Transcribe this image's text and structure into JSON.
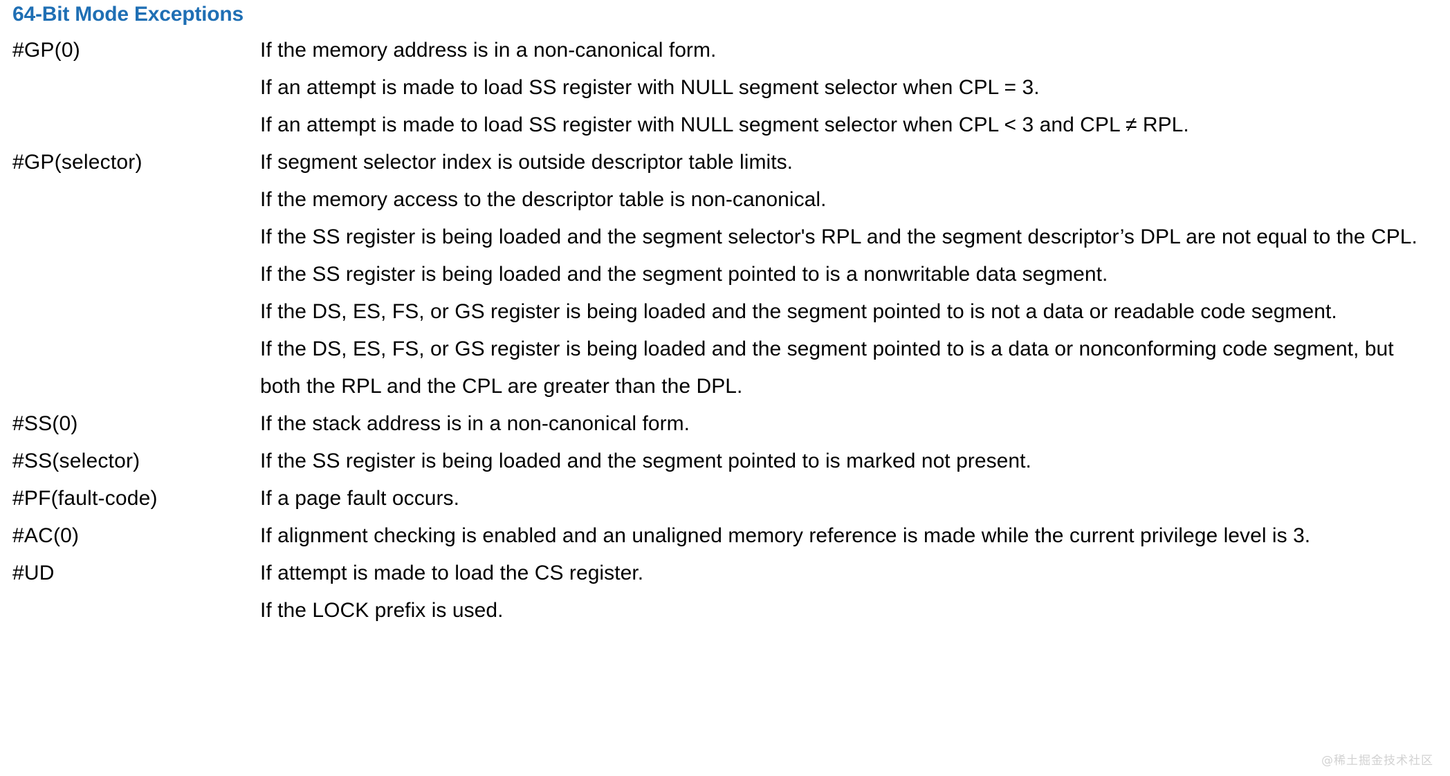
{
  "section": {
    "title": "64-Bit Mode Exceptions",
    "title_color": "#1f6fb4"
  },
  "watermark": {
    "text": "@稀土掘金技术社区",
    "color": "#d2d2d2"
  },
  "exceptions": [
    {
      "label": "#GP(0)",
      "lines": [
        "If the memory address is in a non-canonical form.",
        "If an attempt is made to load SS register with NULL segment selector when CPL = 3.",
        "If an attempt is made to load SS register with NULL segment selector when CPL < 3 and CPL ≠ RPL."
      ]
    },
    {
      "label": "#GP(selector)",
      "lines": [
        "If segment selector index is outside descriptor table limits.",
        "If the memory access to the descriptor table is non-canonical.",
        "If the SS register is being loaded and the segment selector's RPL and the segment descriptor’s DPL are not equal to the CPL.",
        "If the SS register is being loaded and the segment pointed to is a nonwritable data segment.",
        "If the DS, ES, FS, or GS register is being loaded and the segment pointed to is not a data or readable code segment.",
        "If the DS, ES, FS, or GS register is being loaded and the segment pointed to is a data or nonconforming code segment, but both the RPL and the CPL are greater than the DPL."
      ]
    },
    {
      "label": "#SS(0)",
      "lines": [
        "If the stack address is in a non-canonical form."
      ]
    },
    {
      "label": "#SS(selector)",
      "lines": [
        "If the SS register is being loaded and the segment pointed to is marked not present."
      ]
    },
    {
      "label": "#PF(fault-code)",
      "lines": [
        "If a page fault occurs."
      ]
    },
    {
      "label": "#AC(0)",
      "lines": [
        "If alignment checking is enabled and an unaligned memory reference is made while the current privilege level is 3."
      ]
    },
    {
      "label": "#UD",
      "lines": [
        "If attempt is made to load the CS register.",
        "If the LOCK prefix is used."
      ]
    }
  ]
}
